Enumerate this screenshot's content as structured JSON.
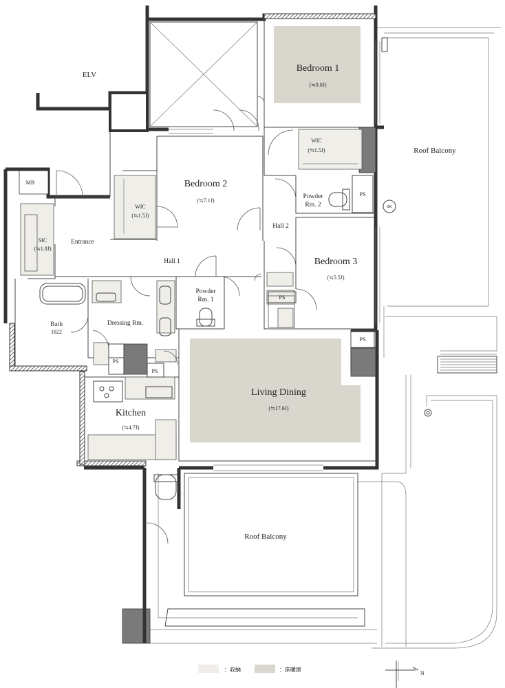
{
  "rooms": {
    "elv": "ELV",
    "mb": "MB",
    "bedroom1": {
      "name": "Bedroom 1",
      "size": "(≒9.0J)"
    },
    "bedroom2": {
      "name": "Bedroom 2",
      "size": "(≒7.1J)"
    },
    "bedroom3": {
      "name": "Bedroom 3",
      "size": "(≒5.5J)"
    },
    "wic1": {
      "name": "WIC",
      "size": "(≒1.5J)"
    },
    "wic2": {
      "name": "WIC",
      "size": "(≒1.5J)"
    },
    "sic": {
      "name": "SIC",
      "size": "(≒1.8J)"
    },
    "entrance": "Entrance",
    "hall1": "Hall 1",
    "hall2": "Hall 2",
    "powder1": {
      "line1": "Powder",
      "line2": "Rm. 1"
    },
    "powder2": {
      "line1": "Powder",
      "line2": "Rm. 2"
    },
    "bath": {
      "name": "Bath",
      "size": "1822"
    },
    "dressing": "Dressing Rm.",
    "living": {
      "name": "Living Dining",
      "size": "(≒17.6J)"
    },
    "kitchen": {
      "name": "Kitchen",
      "size": "(≒4.7J)"
    },
    "roof_balcony_east": "Roof Balcony",
    "roof_balcony_south": "Roof Balcony",
    "ps": "PS",
    "sk": "SK"
  },
  "legend": {
    "storage_label": "：収納",
    "heating_label": "：床暖房",
    "storage_color": "#efeee9",
    "heating_color": "#d9d6cd"
  },
  "compass": {
    "label": "N"
  }
}
